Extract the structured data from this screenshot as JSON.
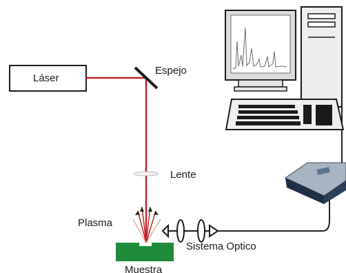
{
  "labels": {
    "laser": "Láser",
    "mirror": "Espejo",
    "lens": "Lente",
    "plasma": "Plasma",
    "optics": "Sistema Optico",
    "sample": "Muestra"
  },
  "colors": {
    "beam": "#c0262a",
    "sample": "#1e8a3a",
    "cable": "#222222",
    "spectrometer_body": "#1f2f45",
    "spectrometer_top": "#a9b4c2"
  },
  "icons": {
    "computer": "desktop-computer-icon",
    "spectrometer": "spectrometer-icon"
  }
}
